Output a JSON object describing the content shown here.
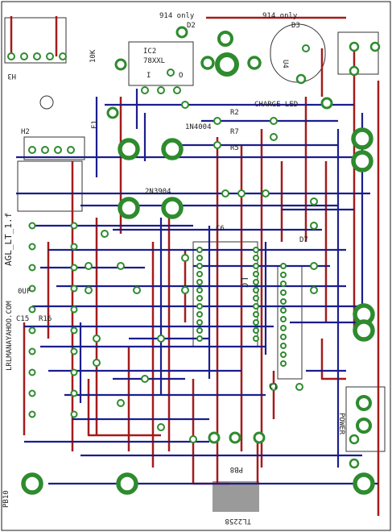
{
  "board": {
    "background": "#ffffff",
    "top_trace_color": "#1b1e8c",
    "bottom_trace_color": "#a51b1b",
    "pad_color": "#2e8b2e",
    "pad_hole_color": "#ffffff",
    "overlay_color": "#9a9a9a"
  },
  "labels": {
    "author_email": "LRLMANAYAHOO.COM",
    "board_name": "AGL_LT_1.f",
    "charge_led": "CHARGE LED",
    "diode_d2_note": "914 only",
    "diode_d3_note": "914 only",
    "diode_d2": "D2",
    "diode_d3": "D3",
    "header_h2": "H2",
    "header_h3": "H3",
    "ic2": "IC2",
    "ic2_part": "78XXL",
    "pot_10k": "10K",
    "fuse_f1": "F1",
    "u4": "U4",
    "cap_10uf": "0UF",
    "cap_c15": "C15",
    "res_r16": "R16",
    "diode_1n4004": "1N4004",
    "transistor_2n3904": "2N3904",
    "ic_lc": "LC",
    "power": "POWER",
    "pb8": "PB8",
    "pb10": "PB10",
    "tl2258": "TL2258",
    "part_i": "I",
    "part_o": "O",
    "r2": "R2",
    "r5": "R5",
    "r7": "R7",
    "d7": "D7",
    "c6": "C6",
    "c1": "C1"
  }
}
